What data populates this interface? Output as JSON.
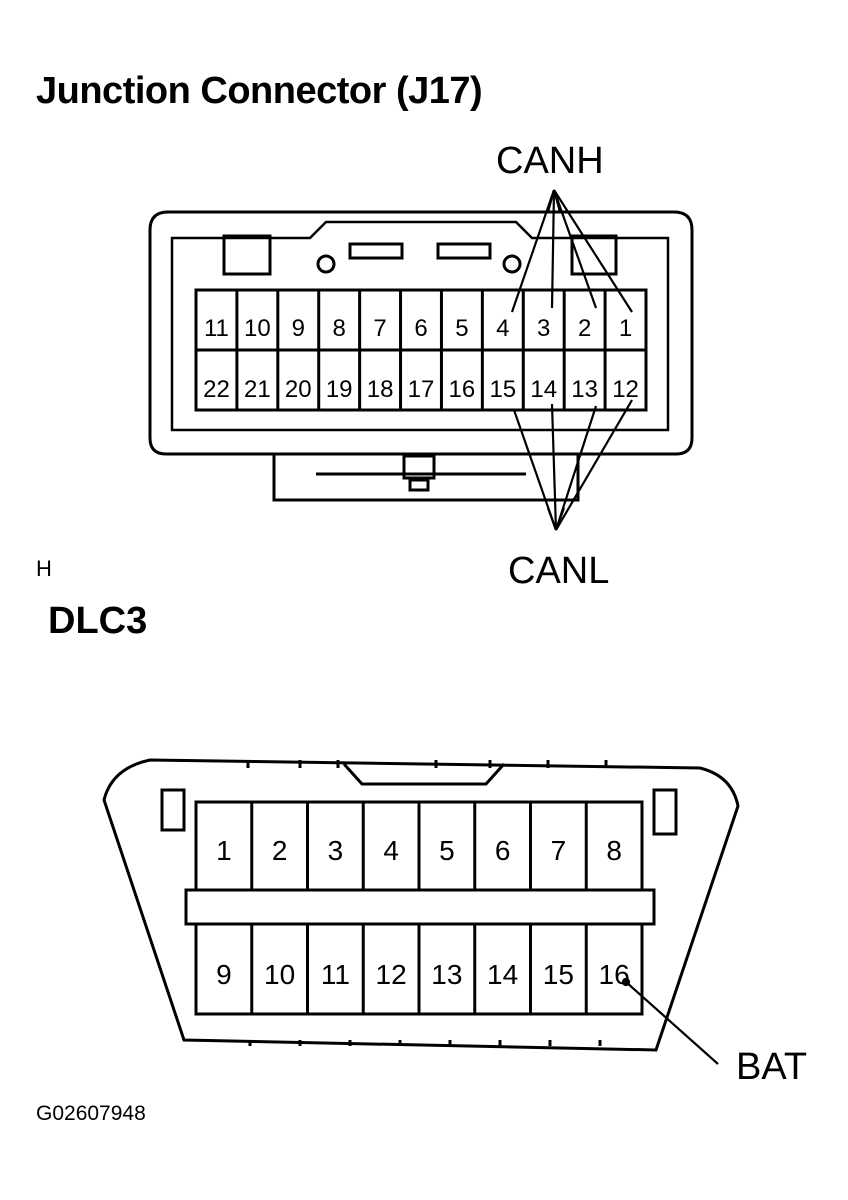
{
  "j17": {
    "title": "Junction Connector (J17)",
    "top_row": [
      "11",
      "10",
      "9",
      "8",
      "7",
      "6",
      "5",
      "4",
      "3",
      "2",
      "1"
    ],
    "bottom_row": [
      "22",
      "21",
      "20",
      "19",
      "18",
      "17",
      "16",
      "15",
      "14",
      "13",
      "12"
    ],
    "canh_label": "CANH",
    "canl_label": "CANL"
  },
  "section_marker": "H",
  "dlc3": {
    "title": "DLC3",
    "top_row": [
      "1",
      "2",
      "3",
      "4",
      "5",
      "6",
      "7",
      "8"
    ],
    "bottom_row": [
      "9",
      "10",
      "11",
      "12",
      "13",
      "14",
      "15",
      "16"
    ],
    "bat_label": "BAT"
  },
  "figure_code": "G02607948"
}
